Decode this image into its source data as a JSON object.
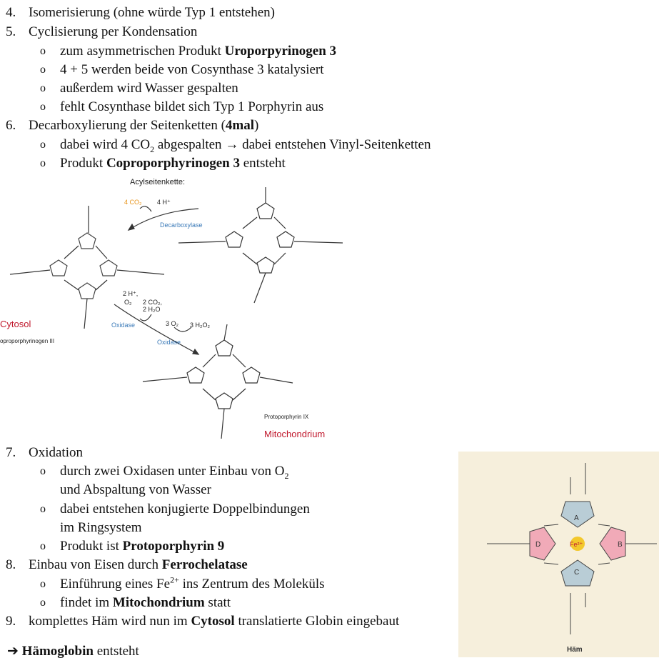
{
  "list1": [
    {
      "num": "4.",
      "text": "Isomerisierung (ohne würde Typ 1 entstehen)"
    },
    {
      "num": "5.",
      "text": "Cyclisierung per Kondensation"
    },
    {
      "num": "6.",
      "text_a": "Decarboxylierung der Seitenketten (",
      "bold": "4mal",
      "text_b": ")"
    }
  ],
  "sub5": [
    {
      "text_a": "zum asymmetrischen Produkt ",
      "bold": "Uroporpyrinogen 3"
    },
    {
      "text": "4 + 5 werden beide von Cosynthase 3 katalysiert"
    },
    {
      "text": "außerdem wird Wasser gespalten"
    },
    {
      "text": "fehlt Cosynthase bildet sich Typ 1 Porphyrin aus"
    }
  ],
  "sub6": [
    {
      "text_a": "dabei wird 4 CO",
      "sub": "2",
      "text_b": " abgespalten ",
      "arrow": "→",
      "text_c": " dabei entstehen Vinyl-Seitenketten"
    },
    {
      "text_a": "Produkt ",
      "bold": "Coproporphyrinogen 3",
      "text_b": " entsteht"
    }
  ],
  "bullet_glyph": "o",
  "figure1": {
    "acyl_label": "Acylseitenkette:",
    "co2": "4 CO₂",
    "h": "4 H⁺",
    "decarboxylase": "Decarboxylase",
    "h2": "2 H⁺,",
    "o2": "O₂",
    "co2b": "2 CO₂,",
    "h2o": "2 H₂O",
    "oxidase1": "Oxidase",
    "o2b": "3 O₂",
    "h2o2": "3 H₂O₂",
    "oxidase2": "Oxidase",
    "cytosol": "Cytosol",
    "copro": "oproporphyrinogen III",
    "proto": "Protoporphyrin IX",
    "mito": "Mitochondrium"
  },
  "list2_item7": {
    "num": "7.",
    "text": "Oxidation"
  },
  "sub7": [
    {
      "text_a": "durch zwei Oxidasen unter Einbau von O",
      "sub": "2",
      "cont": "und Abspaltung von Wasser"
    },
    {
      "text": "dabei entstehen konjugierte Doppelbindungen",
      "cont": "im Ringsystem"
    },
    {
      "text_a": "Produkt ist ",
      "bold": "Protoporphyrin 9"
    }
  ],
  "list2_item8": {
    "num": "8.",
    "text_a": "Einbau von Eisen durch ",
    "bold": "Ferrochelatase"
  },
  "sub8": [
    {
      "text_a": "Einführung eines Fe",
      "sup": "2+",
      "text_b": " ins Zentrum des Moleküls"
    },
    {
      "text_a": "findet im ",
      "bold": "Mitochondrium",
      "text_b": " statt"
    }
  ],
  "list2_item9": {
    "num": "9.",
    "text_a": "komplettes Häm wird nun im ",
    "bold": "Cytosol",
    "text_b": " translatierte Globin eingebaut"
  },
  "conclusion": {
    "arrow": "➔",
    "bold": "Hämoglobin",
    "text": " entsteht"
  },
  "haem": {
    "label": "Häm",
    "fe": "Fe²⁺",
    "ring_a": "A",
    "ring_b": "B",
    "ring_c": "C",
    "ring_d": "D",
    "colors": {
      "bg": "#f6efdc",
      "blue": "#b9cdd6",
      "pink": "#f1aab8",
      "fe": "#f3c82c",
      "text_red": "#c02030"
    }
  }
}
